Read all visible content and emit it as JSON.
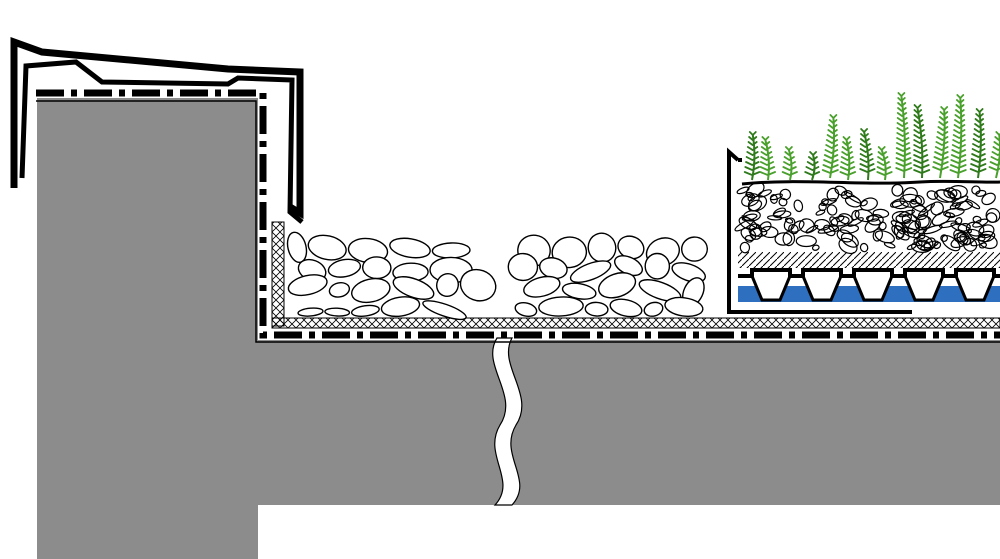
{
  "diagram": {
    "subject": "green-roof-parapet-section",
    "colors": {
      "structure": "#8c8c8c",
      "background": "#ffffff",
      "ink": "#000000",
      "vegetation": "#4aa02c",
      "vegetation_dark": "#2f7a1b",
      "water": "#2f6fc0"
    },
    "components": [
      {
        "id": "parapet-coping",
        "icon": "metal-coping"
      },
      {
        "id": "parapet-wall",
        "icon": "concrete-wall"
      },
      {
        "id": "roof-slab",
        "icon": "concrete-slab"
      },
      {
        "id": "waterproof-membrane",
        "icon": "membrane-dash-dot"
      },
      {
        "id": "protection-layer",
        "icon": "crosshatch-strip"
      },
      {
        "id": "gravel-ballast",
        "icon": "pebbles"
      },
      {
        "id": "break-line",
        "icon": "wavy-cut"
      },
      {
        "id": "edge-profile",
        "icon": "metal-angle"
      },
      {
        "id": "drainage-board",
        "icon": "dimpled-board"
      },
      {
        "id": "filter-fleece",
        "icon": "hatched-fleece"
      },
      {
        "id": "growing-substrate",
        "icon": "aggregate"
      },
      {
        "id": "vegetation",
        "icon": "sedum-plants"
      }
    ]
  }
}
